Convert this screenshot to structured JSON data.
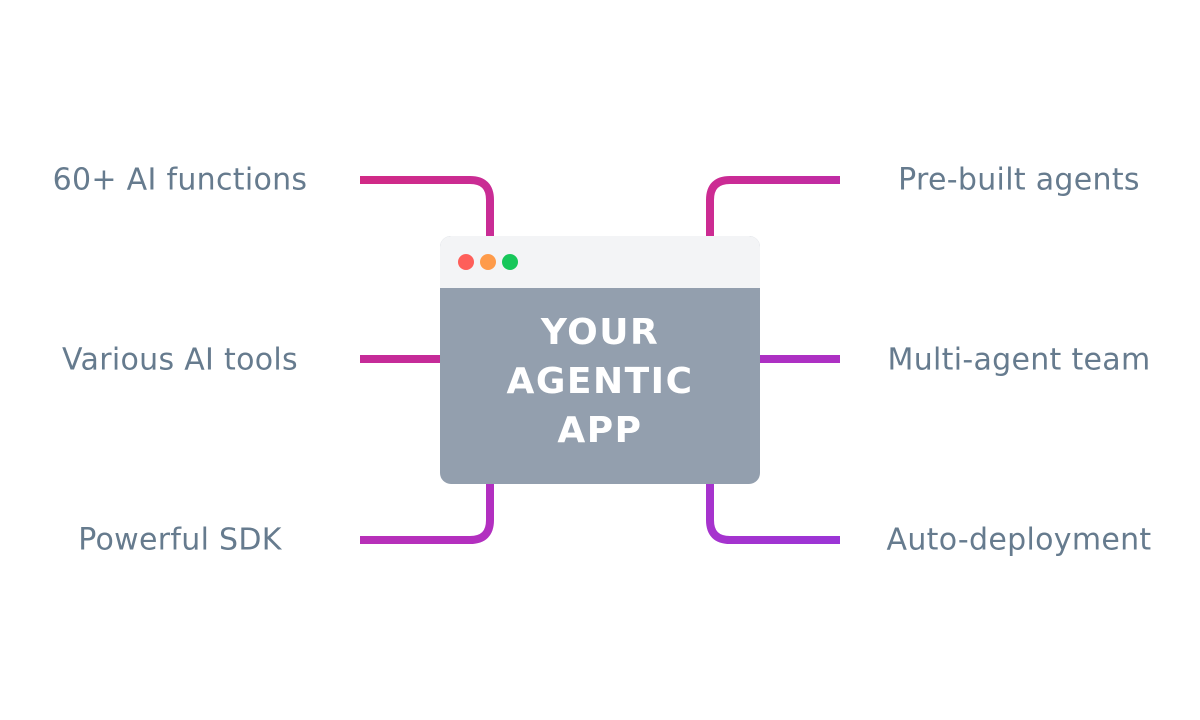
{
  "center": {
    "title_lines": [
      "YOUR",
      "AGENTIC",
      "APP"
    ],
    "window_dots": [
      {
        "name": "close",
        "color": "#fe5f5a"
      },
      {
        "name": "minimize",
        "color": "#fe9b4a"
      },
      {
        "name": "maximize",
        "color": "#17c75a"
      }
    ]
  },
  "left_features": [
    {
      "label": "60+ AI functions"
    },
    {
      "label": "Various AI tools"
    },
    {
      "label": "Powerful SDK"
    }
  ],
  "right_features": [
    {
      "label": "Pre-built agents"
    },
    {
      "label": "Multi-agent team"
    },
    {
      "label": "Auto-deployment"
    }
  ],
  "colors": {
    "connector_top": "#d12a85",
    "connector_mid": "#c02ea5",
    "connector_bottom": "#a534cf",
    "label_text": "#667b8e",
    "window_body": "#939fae",
    "window_titlebar": "#f3f4f6"
  }
}
